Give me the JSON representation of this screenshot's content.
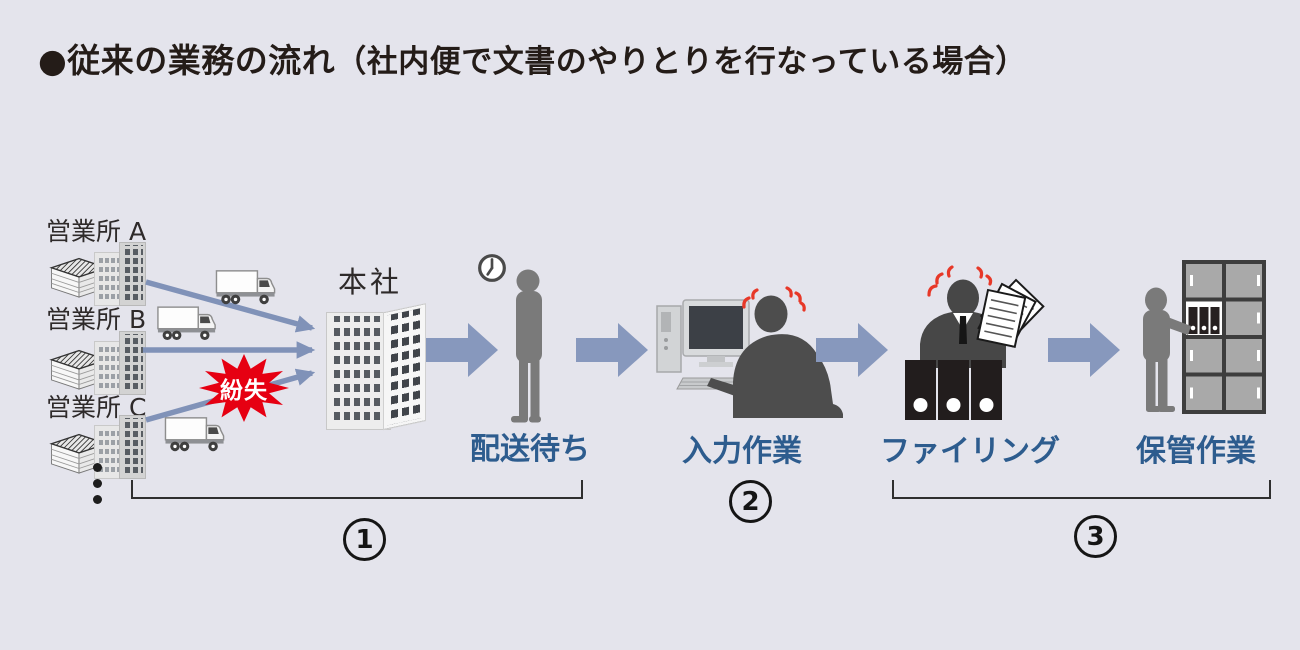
{
  "title": {
    "bullet": "●",
    "main": "従来の業務の流れ",
    "paren": "（社内便で文書のやりとりを行なっている場合）"
  },
  "offices": [
    {
      "label": "営業所 A"
    },
    {
      "label": "営業所 B"
    },
    {
      "label": "営業所 C"
    }
  ],
  "headquarters": {
    "label": "本社"
  },
  "hazard": {
    "label": "紛失"
  },
  "steps": [
    {
      "label": "配送待ち"
    },
    {
      "label": "入力作業"
    },
    {
      "label": "ファイリング"
    },
    {
      "label": "保管作業"
    }
  ],
  "phases": [
    {
      "number": "1"
    },
    {
      "number": "2"
    },
    {
      "number": "3"
    }
  ],
  "icons": [
    "paper-stack-icon",
    "office-building-icon",
    "truck-icon",
    "lost-burst-icon",
    "headquarters-building-icon",
    "clock-icon",
    "waiting-person-icon",
    "computer-worker-icon",
    "filing-person-icon",
    "storage-person-icon",
    "flow-arrow-icon",
    "delivery-arrows-icon",
    "ellipsis-dots-icon"
  ],
  "colors": {
    "background": "#e4e4ec",
    "flow_arrow_blue": "#8798bd",
    "route_arrow_blue": "#8092b8",
    "step_label_blue": "#2d5c8e",
    "hazard_red": "#e60012",
    "title_text": "#241c18",
    "silhouette_gray": "#7a7a7a",
    "silhouette_dark": "#4d4d4d"
  }
}
